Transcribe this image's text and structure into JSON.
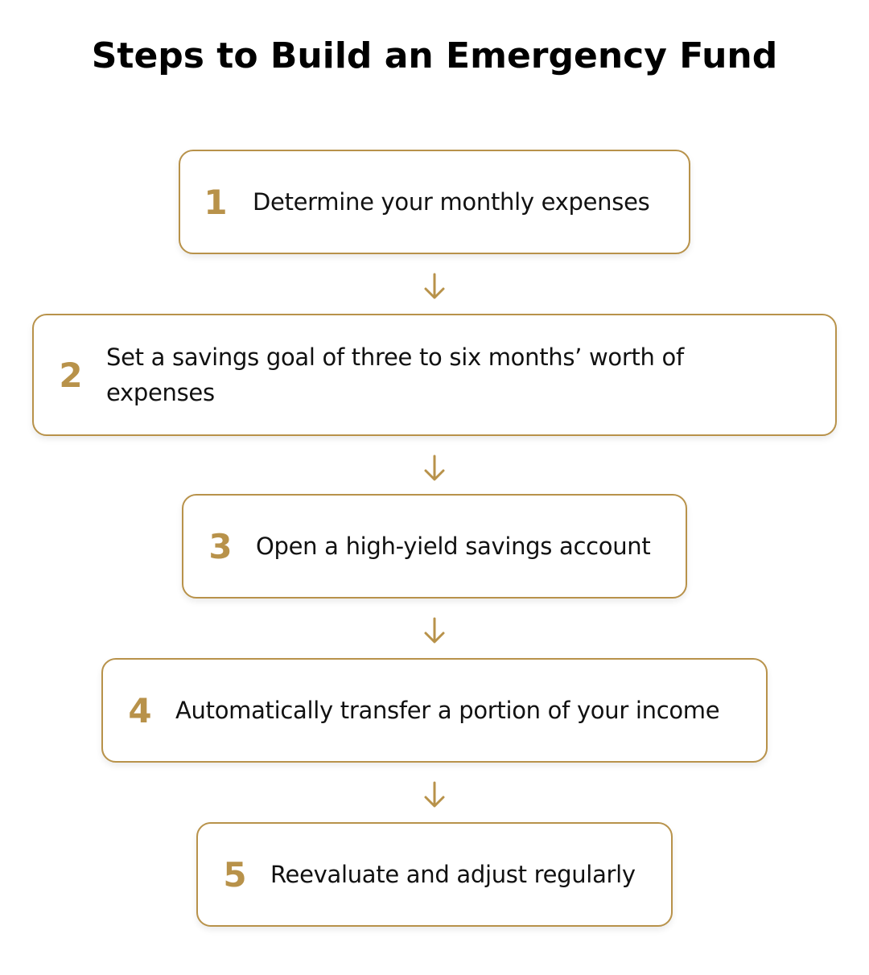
{
  "title": "Steps to Build an Emergency Fund",
  "accent_color": "#b8924a",
  "steps": [
    {
      "number": "1",
      "text": "Determine your monthly expenses"
    },
    {
      "number": "2",
      "text": "Set a savings goal of three to six months’ worth of expenses"
    },
    {
      "number": "3",
      "text": "Open a high-yield savings account"
    },
    {
      "number": "4",
      "text": "Automatically transfer a portion of your income"
    },
    {
      "number": "5",
      "text": "Reevaluate and adjust regularly"
    }
  ],
  "connector_icon": "arrow-down-icon"
}
